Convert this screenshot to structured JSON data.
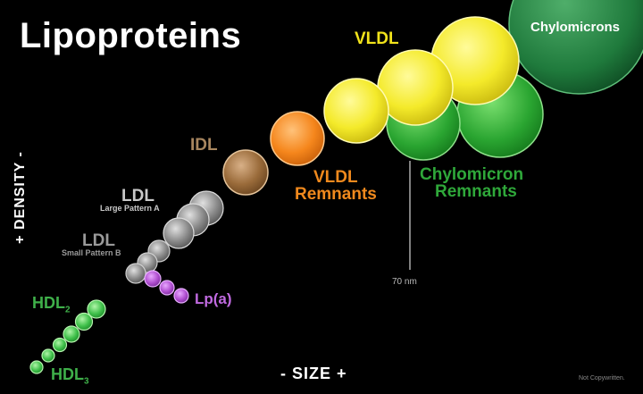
{
  "title": "Lipoproteins",
  "axis": {
    "x_label": "- SIZE +",
    "y_label": "+ DENSITY -"
  },
  "scale_label": "70 nm",
  "copyright": "Not Copywritten.",
  "labels": {
    "chylomicrons": "Chylomicrons",
    "vldl": "VLDL",
    "chylomicron_remnants_line1": "Chylomicron",
    "chylomicron_remnants_line2": "Remnants",
    "vldl_remnants_line1": "VLDL",
    "vldl_remnants_line2": "Remnants",
    "idl": "IDL",
    "ldl_a": "LDL",
    "ldl_a_sub": "Large Pattern A",
    "ldl_b": "LDL",
    "ldl_b_sub": "Small Pattern B",
    "lpa": "Lp(a)",
    "hdl2": "HDL",
    "hdl2_sub": "2",
    "hdl3": "HDL",
    "hdl3_sub": "3"
  },
  "colors": {
    "background": "#000000",
    "chylomicron": "#1f8a3a",
    "chylomicron_remnant": "#2fb33a",
    "vldl": "#f2e82a",
    "vldl_remnant": "#f58a1f",
    "idl": "#9b6a35",
    "ldl": "#8a8a8a",
    "lpa": "#b04fd0",
    "hdl": "#3fc04a",
    "vldl_text": "#f2e31b",
    "vldl_remnant_text": "#f0891d",
    "chylo_remnant_text": "#2fa83a",
    "idl_text": "#a8865f",
    "ldl_a_text": "#c9c9c9",
    "ldl_b_text": "#9a9a9a",
    "lpa_text": "#c06ae0",
    "hdl_text": "#3fb04a"
  }
}
